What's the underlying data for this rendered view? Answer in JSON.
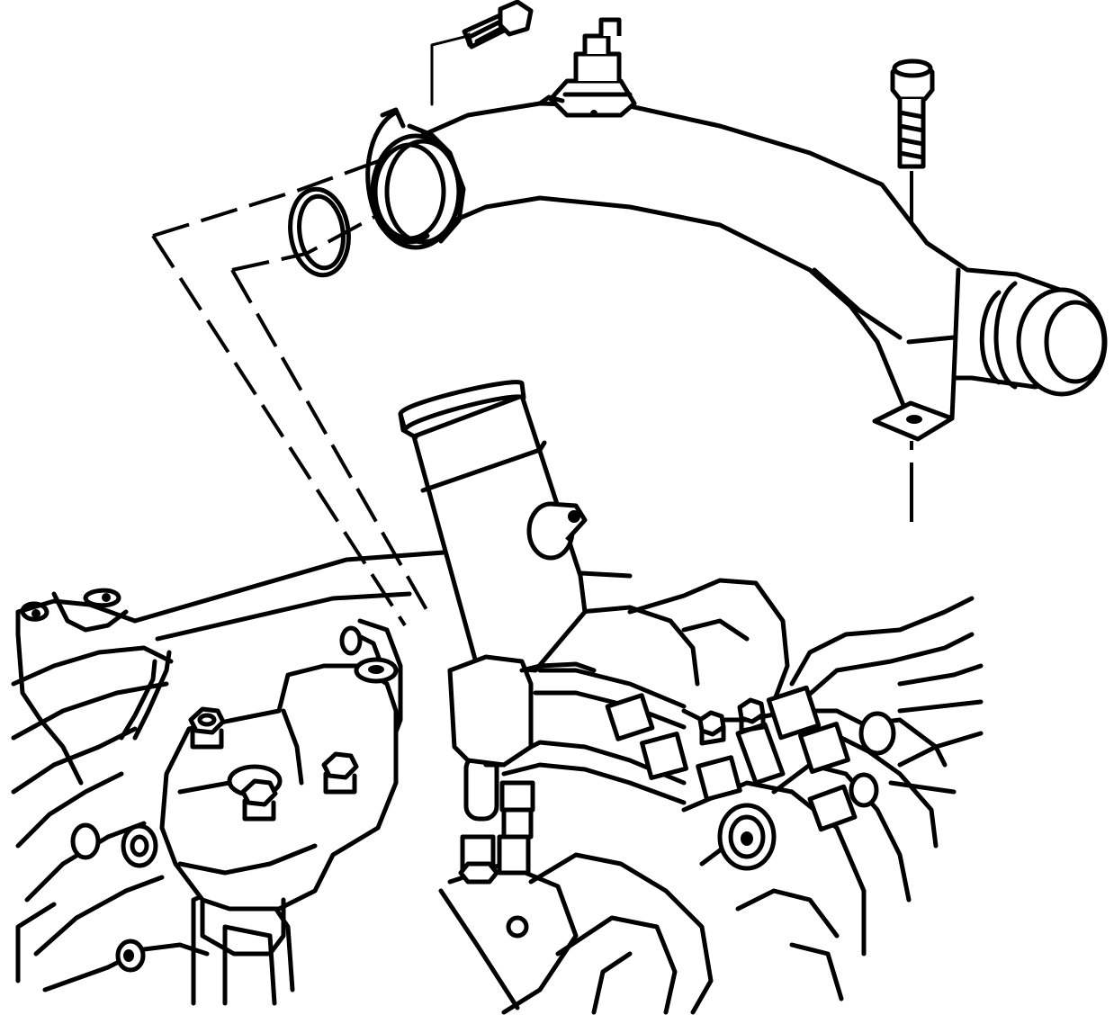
{
  "figure": {
    "kind": "exploded-view line drawing",
    "colors": {
      "line": "#000000",
      "background": "#ffffff"
    },
    "parts": [
      "coolant-outlet-pipe",
      "outlet-pipe-seal",
      "outlet-pipe-retaining-ring",
      "pipe-flange-bolt",
      "pipe-bracket-bolt",
      "coolant-temperature-sensor",
      "hose-connection-neck",
      "coolant-inlet-neck",
      "thermostat-housing",
      "engine-intake-manifold",
      "fuel-lines",
      "vacuum-hoses"
    ]
  }
}
